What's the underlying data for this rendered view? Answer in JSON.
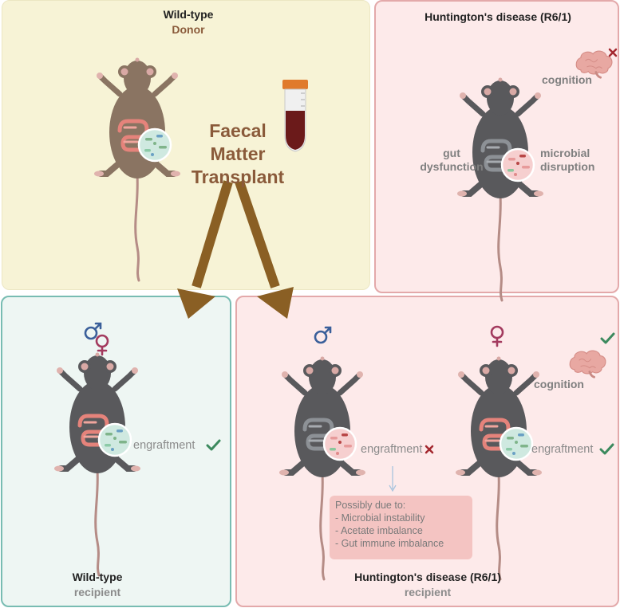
{
  "donor": {
    "title": "Wild-type",
    "subtitle": "Donor"
  },
  "transplant": {
    "label_line1": "Faecal",
    "label_line2": "Matter",
    "label_line3": "Transplant"
  },
  "hd_panel": {
    "title": "Huntington's disease (R6/1)",
    "cognition": "cognition",
    "gut_line1": "gut",
    "gut_line2": "dysfunction",
    "microbial_line1": "microbial",
    "microbial_line2": "disruption"
  },
  "wt_recipient": {
    "title": "Wild-type",
    "subtitle": "recipient",
    "engraftment": "engraftment"
  },
  "hd_recipient": {
    "title": "Huntington's disease (R6/1)",
    "subtitle": "recipient",
    "male_engraftment": "engraftment",
    "female_engraftment": "engraftment",
    "cognition": "cognition",
    "reasons_header": "Possibly due to:",
    "reasons": [
      "- Microbial instability",
      "- Acetate imbalance",
      "- Gut immune imbalance"
    ]
  },
  "colors": {
    "donor_bg": "#f7f3d6",
    "hd_bg": "#fdeaea",
    "hd_border": "#e3a9aa",
    "wt_recipient_bg": "#eef6f3",
    "wt_recipient_border": "#78bcb2",
    "arrow": "#8a5f24",
    "check": "#3c8a5e",
    "cross": "#a3282f",
    "male": "#3a5f9a",
    "female": "#a33a5e"
  },
  "icons": [
    "mouse-icon",
    "sample-tube-icon",
    "brain-icon",
    "check-icon",
    "cross-icon",
    "male-symbol-icon",
    "female-symbol-icon",
    "microbiome-icon",
    "intestine-icon"
  ]
}
